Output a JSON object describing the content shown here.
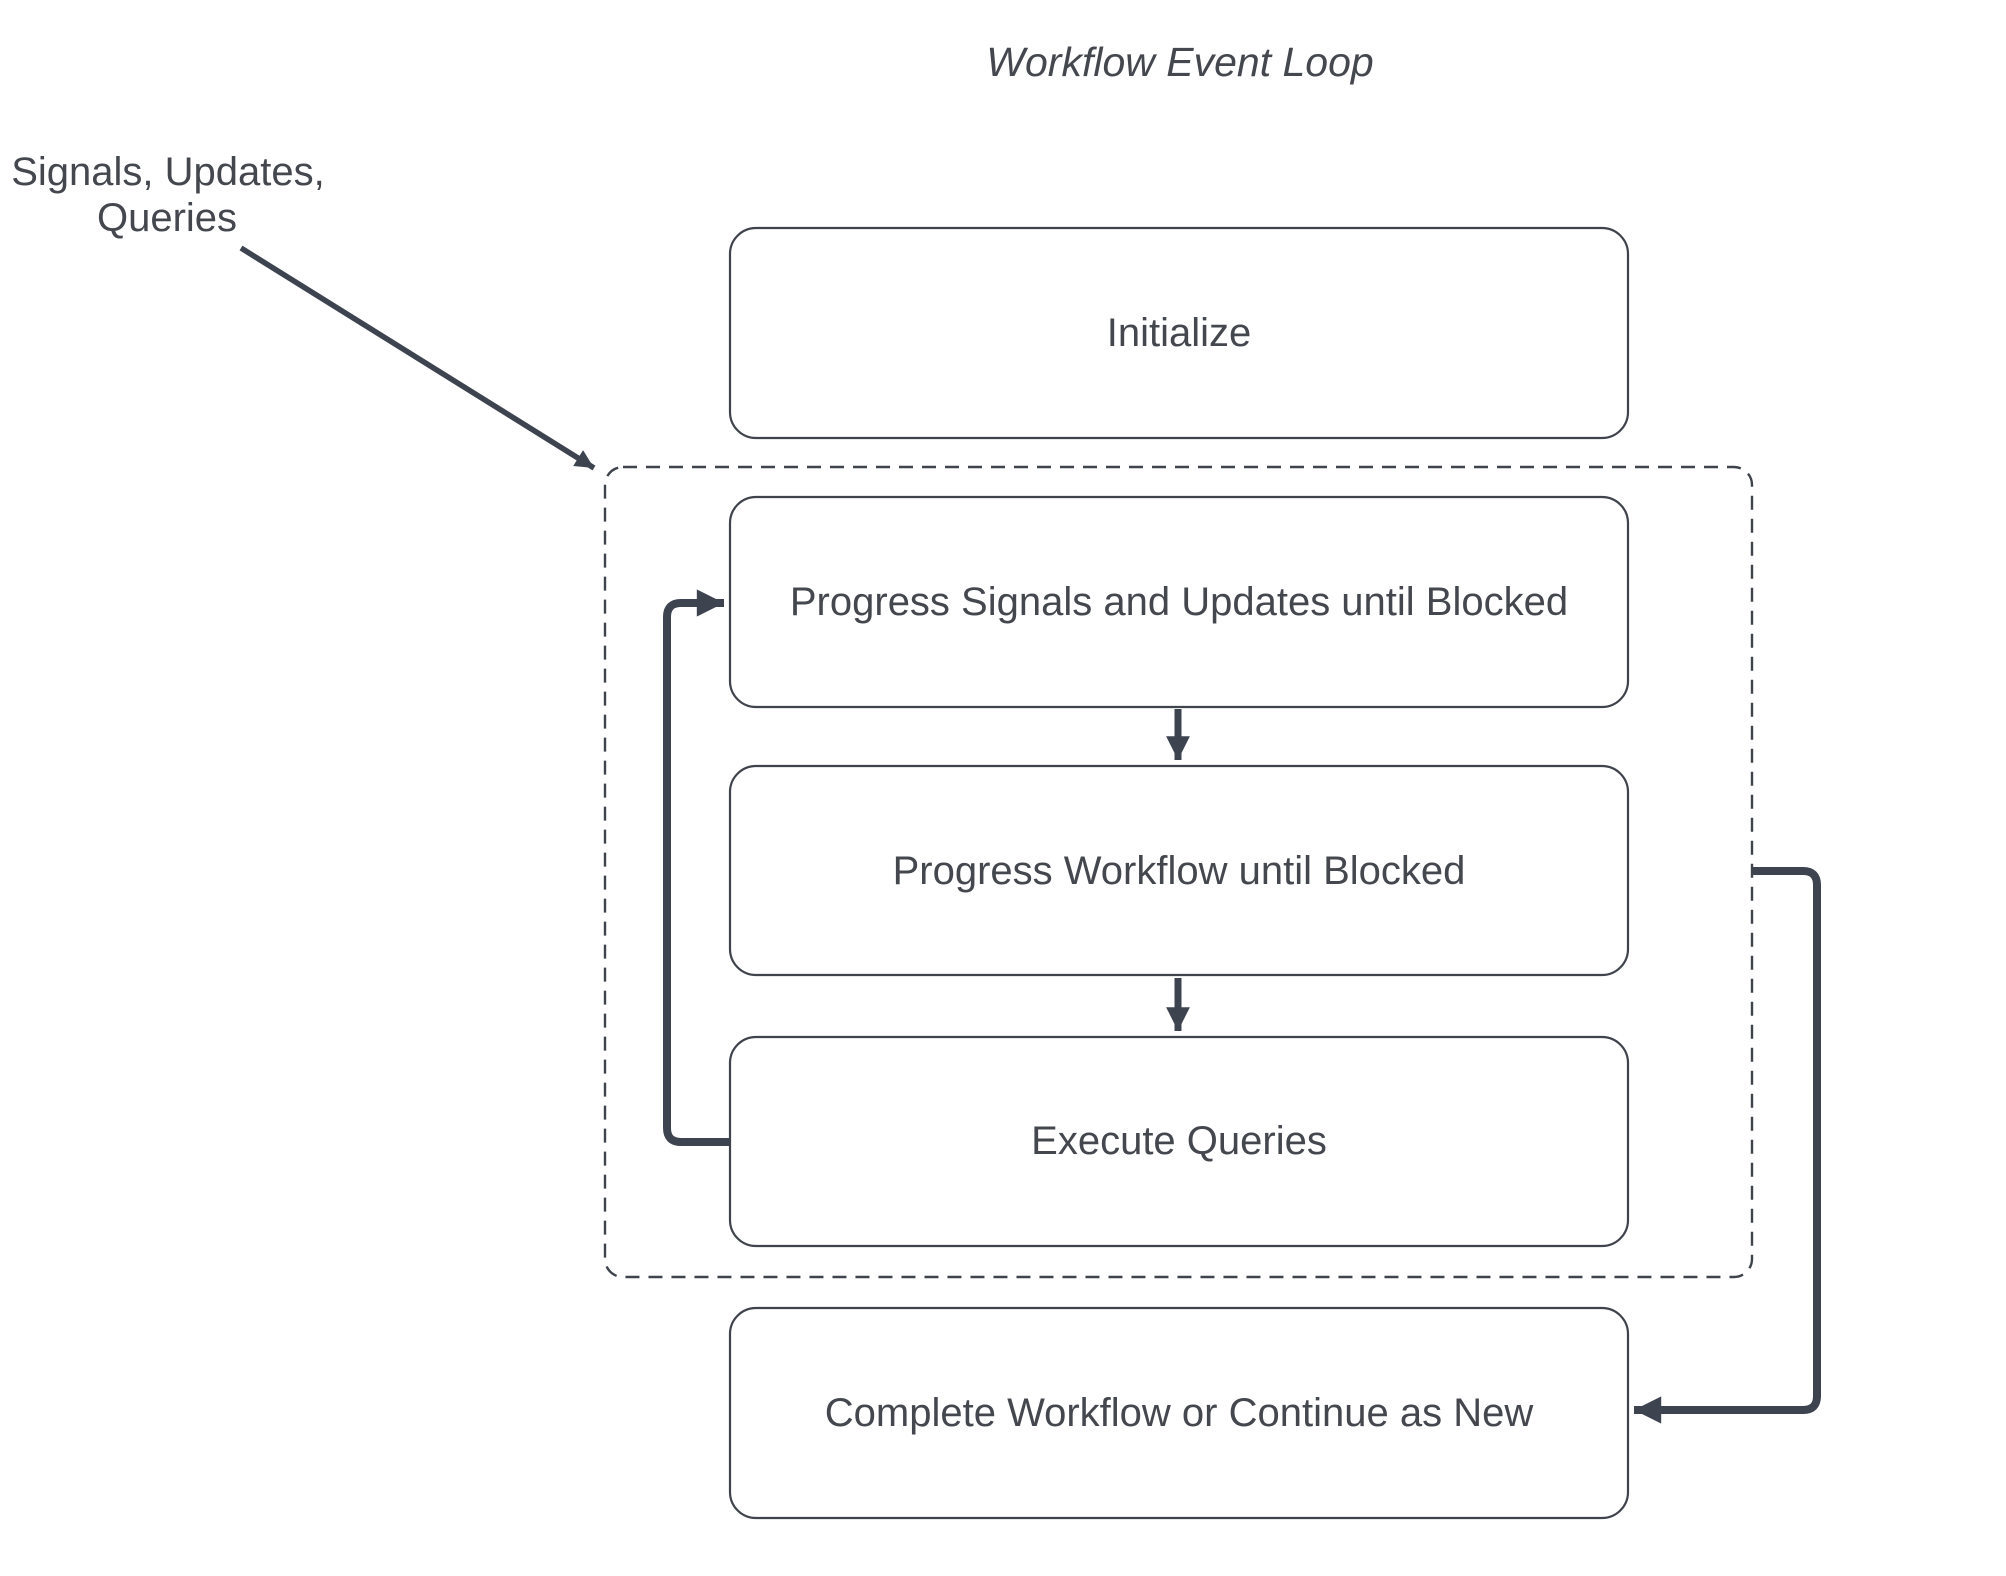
{
  "title": "Workflow Event Loop",
  "external_input_label": {
    "line1": "Signals, Updates,",
    "line2": "Queries"
  },
  "nodes": {
    "initialize": "Initialize",
    "progress_signals": "Progress Signals and Updates until Blocked",
    "progress_workflow": "Progress Workflow until Blocked",
    "execute_queries": "Execute Queries",
    "complete": "Complete Workflow or Continue as New"
  },
  "colors": {
    "background": "#ffffff",
    "line": "#3d4450",
    "box_border": "#3f434b",
    "text": "#44484e"
  }
}
